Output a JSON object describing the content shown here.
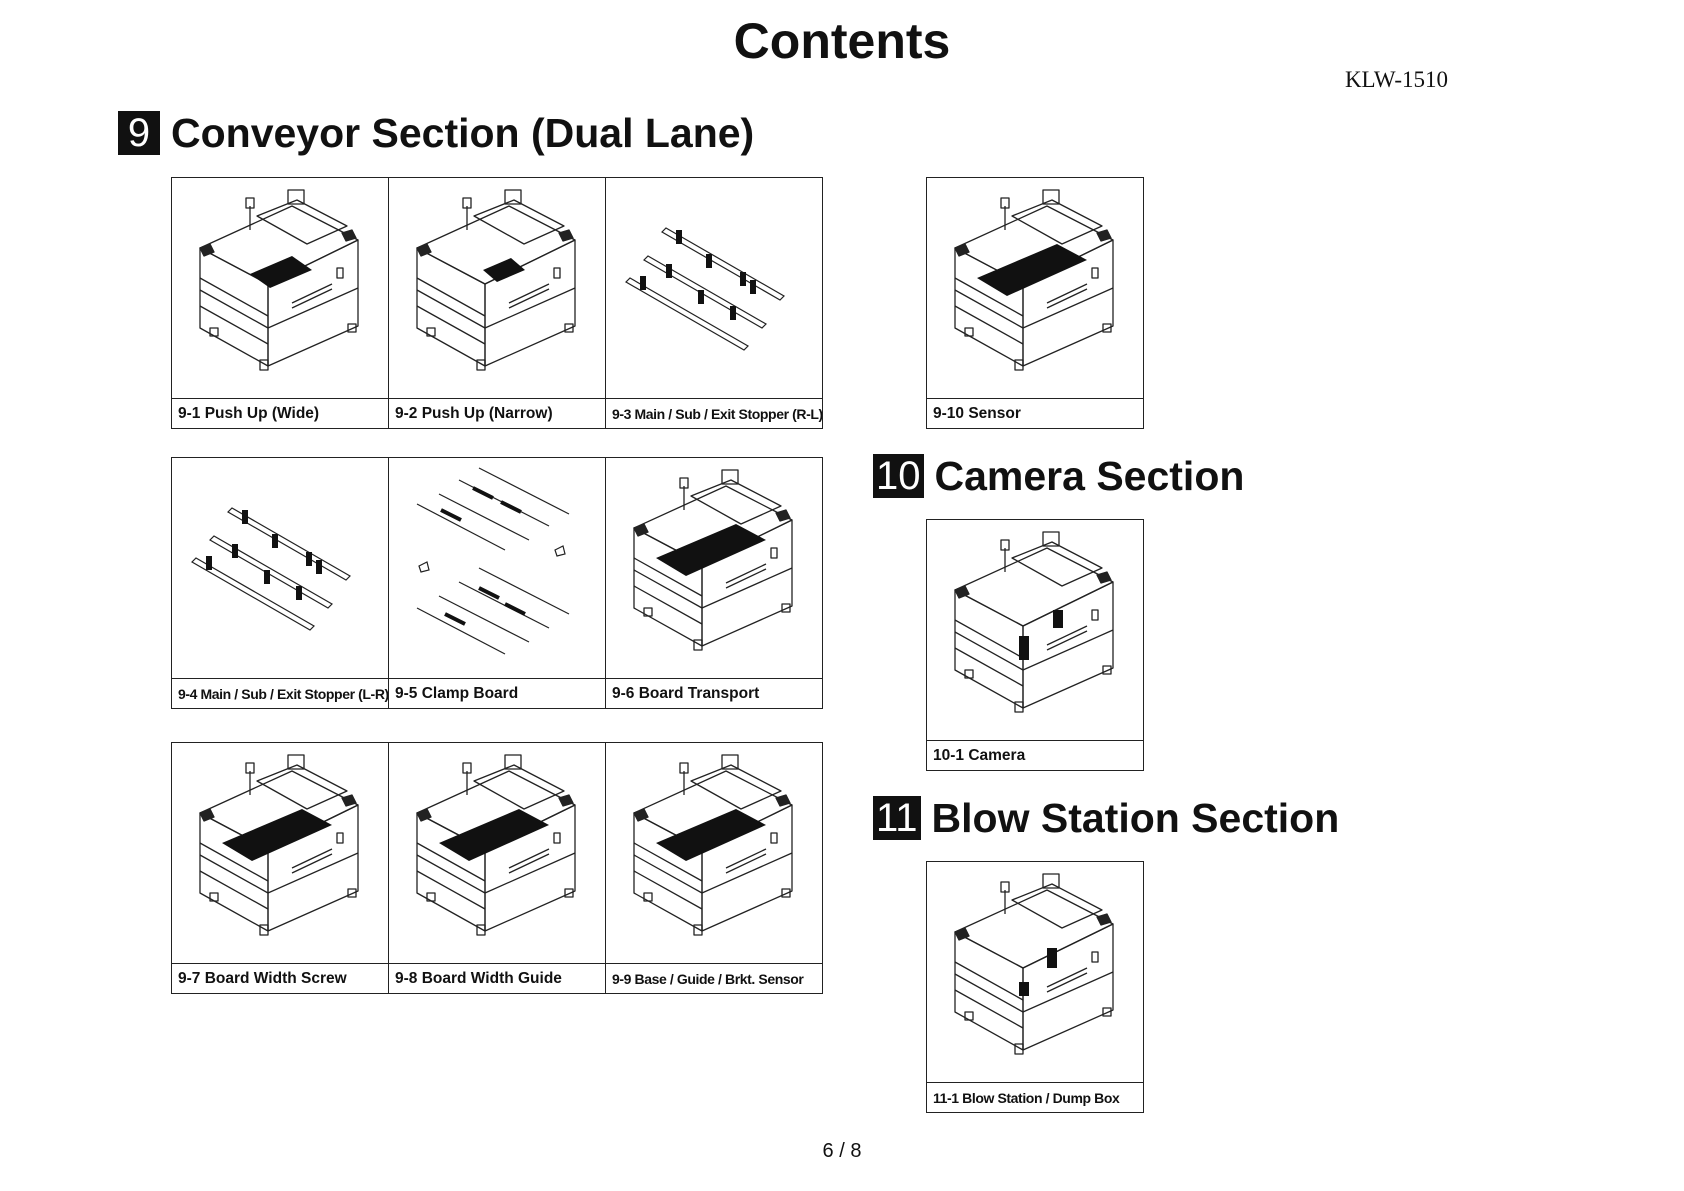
{
  "page": {
    "title": "Contents",
    "model": "KLW-1510",
    "page_number": "6 / 8"
  },
  "sections": [
    {
      "number": "9",
      "title": "Conveyor Section (Dual Lane)"
    },
    {
      "number": "10",
      "title": "Camera Section"
    },
    {
      "number": "11",
      "title": "Blow Station Section"
    }
  ],
  "items": [
    {
      "caption": "9-1 Push Up (Wide)",
      "icon": "machine-push-up-wide-icon"
    },
    {
      "caption": "9-2 Push Up (Narrow)",
      "icon": "machine-push-up-narrow-icon"
    },
    {
      "caption": "9-3 Main / Sub / Exit Stopper (R-L)",
      "icon": "stopper-rails-icon"
    },
    {
      "caption": "9-4 Main / Sub / Exit Stopper (L-R)",
      "icon": "stopper-rails-icon"
    },
    {
      "caption": "9-5 Clamp Board",
      "icon": "clamp-board-icon"
    },
    {
      "caption": "9-6 Board Transport",
      "icon": "machine-board-transport-icon"
    },
    {
      "caption": "9-7 Board Width Screw",
      "icon": "machine-board-width-screw-icon"
    },
    {
      "caption": "9-8 Board Width Guide",
      "icon": "machine-board-width-guide-icon"
    },
    {
      "caption": "9-9 Base / Guide / Brkt. Sensor",
      "icon": "machine-base-guide-icon"
    },
    {
      "caption": "9-10 Sensor",
      "icon": "machine-sensor-icon"
    },
    {
      "caption": "10-1 Camera",
      "icon": "machine-camera-icon"
    },
    {
      "caption": "11-1 Blow Station / Dump Box",
      "icon": "machine-blow-station-icon"
    }
  ]
}
